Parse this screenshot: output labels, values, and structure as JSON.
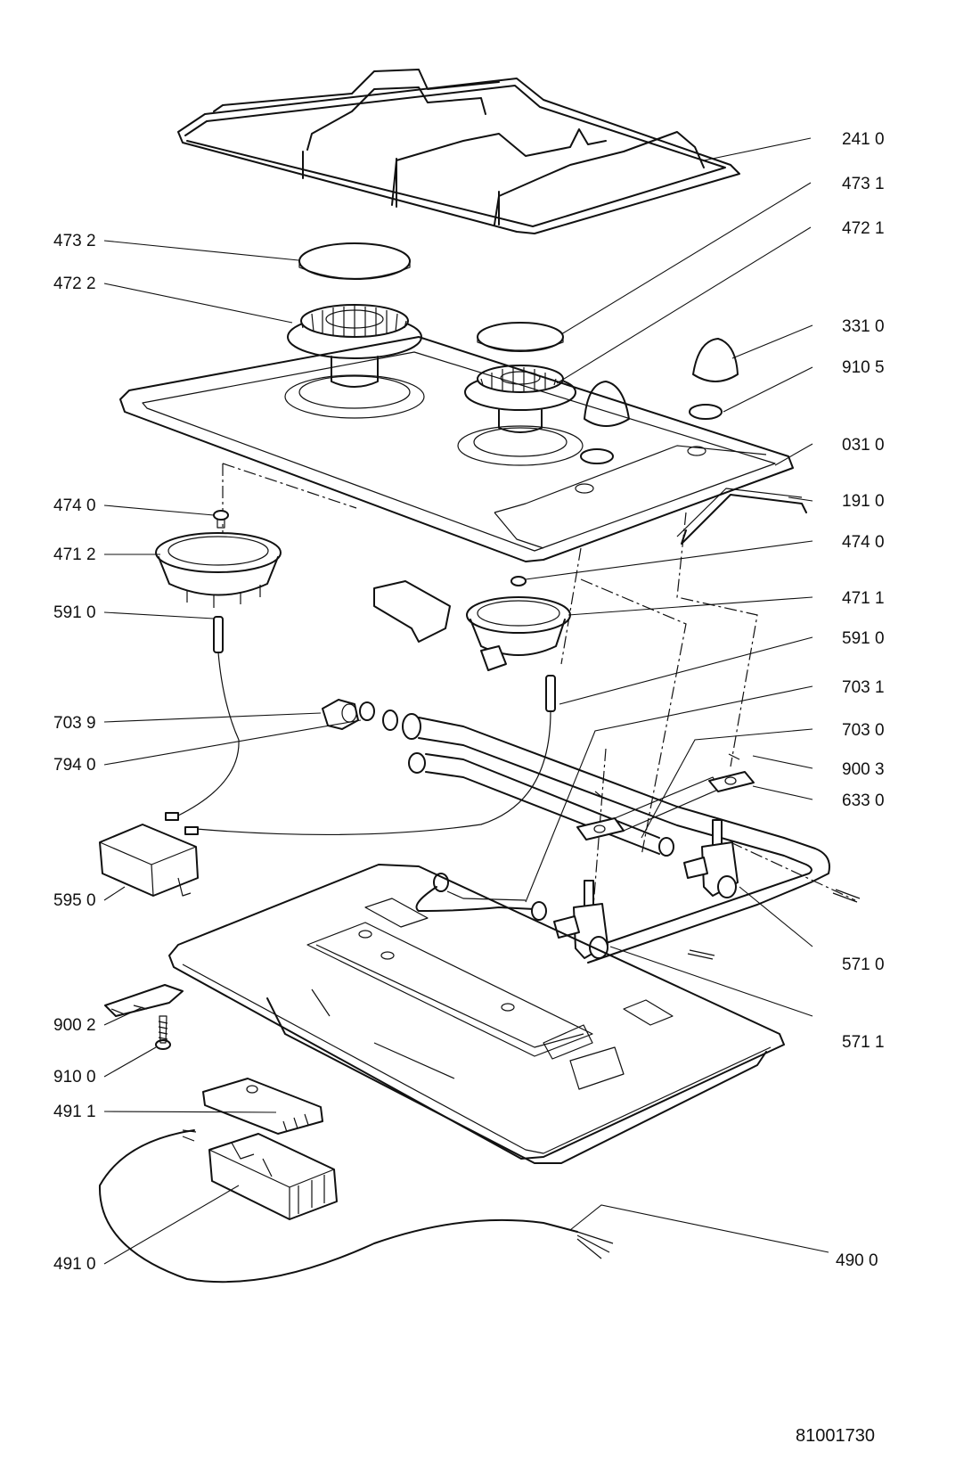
{
  "drawing_number": "81001730",
  "parts": [
    {
      "id": "grid",
      "label": "241 0"
    },
    {
      "id": "cap-small",
      "label": "473 1"
    },
    {
      "id": "burner-small",
      "label": "472 1"
    },
    {
      "id": "cap-large",
      "label": "473 2"
    },
    {
      "id": "burner-large",
      "label": "472 2"
    },
    {
      "id": "knob",
      "label": "331 0"
    },
    {
      "id": "knob-ring",
      "label": "910 5"
    },
    {
      "id": "hob-top",
      "label": "031 0"
    },
    {
      "id": "top-seal",
      "label": "191 0"
    },
    {
      "id": "screw-left",
      "label": "474 0"
    },
    {
      "id": "screw-right",
      "label": "474 0"
    },
    {
      "id": "burner-base-left",
      "label": "471 2"
    },
    {
      "id": "burner-base-right",
      "label": "471 1"
    },
    {
      "id": "thermocouple-left",
      "label": "591 0"
    },
    {
      "id": "thermocouple-right",
      "label": "591 0"
    },
    {
      "id": "elbow",
      "label": "703 9"
    },
    {
      "id": "washer",
      "label": "794 0"
    },
    {
      "id": "pipe-1",
      "label": "703 1"
    },
    {
      "id": "pipe-0",
      "label": "703 0"
    },
    {
      "id": "clip",
      "label": "900 3"
    },
    {
      "id": "bracket",
      "label": "633 0"
    },
    {
      "id": "ignition-box",
      "label": "595 0"
    },
    {
      "id": "valve-0",
      "label": "571 0"
    },
    {
      "id": "valve-1",
      "label": "571 1"
    },
    {
      "id": "spring-clip",
      "label": "900 2"
    },
    {
      "id": "screw-bottom",
      "label": "910 0"
    },
    {
      "id": "terminal-cover",
      "label": "491 1"
    },
    {
      "id": "terminal-block",
      "label": "491 0"
    },
    {
      "id": "cable",
      "label": "490 0"
    }
  ]
}
